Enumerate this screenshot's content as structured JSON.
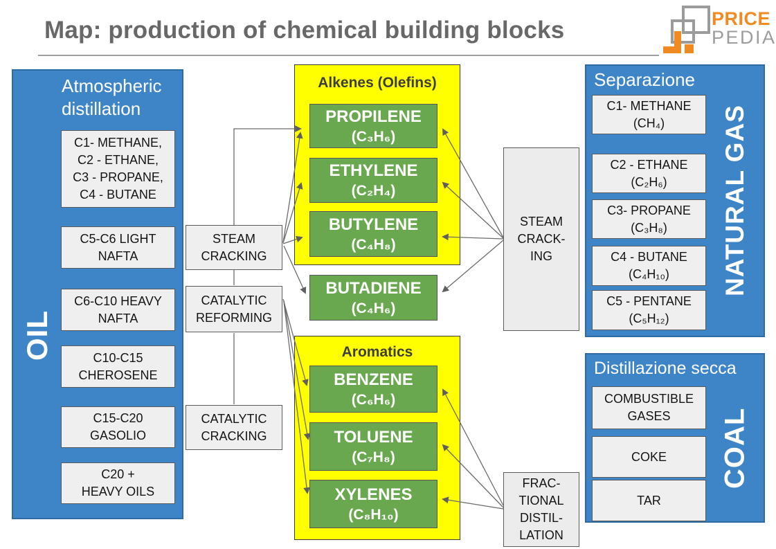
{
  "colors": {
    "panel_blue": "#3d85c6",
    "panel_yellow": "#ffff00",
    "product_green": "#6aa84f",
    "box_gray": "#efefef",
    "brand_orange": "#ef8b22",
    "brand_gray": "#9c9c9c"
  },
  "header": {
    "title": "Map: production of chemical building blocks",
    "logo_top": "PRICE",
    "logo_bottom": "PEDIA"
  },
  "oil": {
    "region": "OIL",
    "process": "Atmospheric distillation",
    "fractions": [
      "C1- METHANE,\nC2 - ETHANE,\nC3 - PROPANE,\nC4 - BUTANE",
      "C5-C6 LIGHT\nNAFTA",
      "C6-C10 HEAVY\nNAFTA",
      "C10-C15\nCHEROSENE",
      "C15-C20\nGASOLIO",
      "C20 +\nHEAVY OILS"
    ]
  },
  "processes": {
    "steam_cracking": "STEAM\nCRACKING",
    "catalytic_reforming": "CATALYTIC\nREFORMING",
    "catalytic_cracking": "CATALYTIC\nCRACKING",
    "steam_cracking_gas": "STEAM\nCRACK-\nING",
    "fractional_distillation": "FRAC-\nTIONAL\nDISTIL-\nLATION"
  },
  "alkenes": {
    "title": "Alkenes (Olefins)",
    "products": [
      {
        "name": "PROPILENE",
        "formula": "(C₃H₆)"
      },
      {
        "name": "ETHYLENE",
        "formula": "(C₂H₄)"
      },
      {
        "name": "BUTYLENE",
        "formula": "(C₄H₈)"
      }
    ]
  },
  "butadiene": {
    "name": "BUTADIENE",
    "formula": "(C₄H₆)"
  },
  "aromatics": {
    "title": "Aromatics",
    "products": [
      {
        "name": "BENZENE",
        "formula": "(C₆H₆)"
      },
      {
        "name": "TOLUENE",
        "formula": "(C₇H₈)"
      },
      {
        "name": "XYLENES",
        "formula": "(C₈H₁₀)"
      }
    ]
  },
  "natural_gas": {
    "region": "NATURAL GAS",
    "process": "Separazione",
    "components": [
      "C1- METHANE\n(CH₄)",
      "C2 - ETHANE\n(C₂H₆)",
      "C3- PROPANE\n(C₃H₈)",
      "C4 - BUTANE\n(C₄H₁₀)",
      "C5 - PENTANE\n(C₅H₁₂)"
    ]
  },
  "coal": {
    "region": "COAL",
    "process": "Distillazione secca",
    "components": [
      "COMBUSTIBLE\nGASES",
      "COKE",
      "TAR"
    ]
  }
}
